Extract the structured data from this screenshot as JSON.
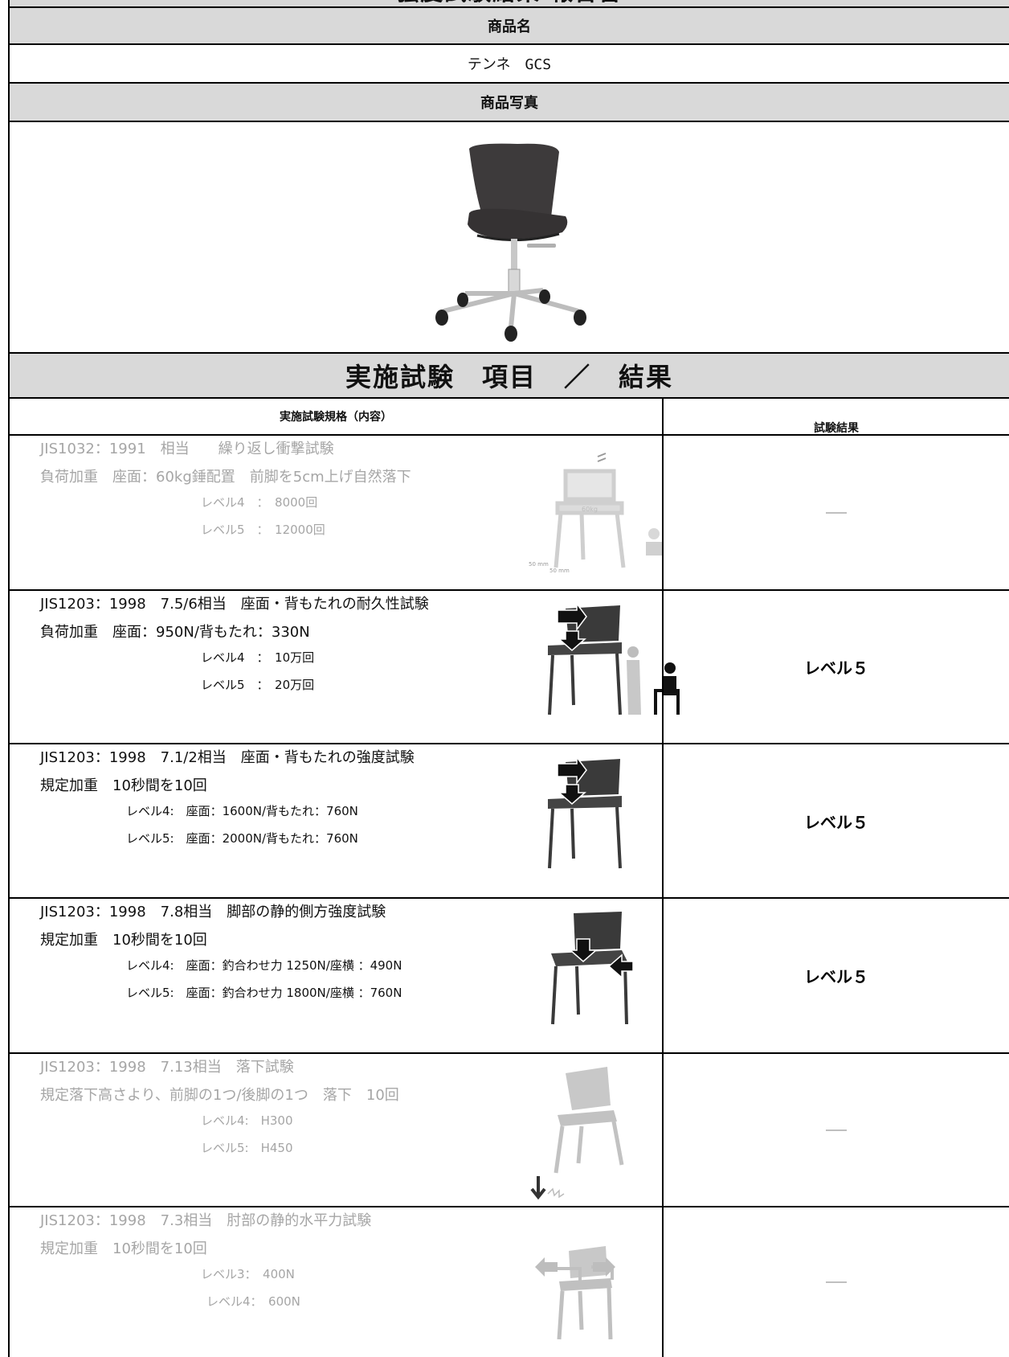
{
  "report": {
    "title": "強度試験結果 報告書",
    "product_name_label": "商品名",
    "product_name": "テンネ　GCS",
    "photo_label": "商品写真",
    "section_title": "実施試験　項目　／　結果",
    "col_spec": "実施試験規格（内容）",
    "col_result": "試験結果"
  },
  "tests": [
    {
      "line1": "JIS1032：1991　相当　　繰り返し衝撃試験",
      "line2": "負荷加重　座面：60kg錘配置　前脚を5cm上げ自然落下",
      "line3": "レベル4　：　8000回",
      "line4": "レベル5　：　12000回",
      "result": "",
      "icon": "impact-test-illustration",
      "faded": true
    },
    {
      "line1": "JIS1203：1998　7.5/6相当　座面・背もたれの耐久性試験",
      "line2": "負荷加重　座面：950N/背もたれ：330N",
      "line3": "レベル4　：　10万回",
      "line4": "レベル5　：　20万回",
      "result": "レベル５",
      "icon": "durability-test-illustration",
      "faded": false
    },
    {
      "line1": "JIS1203：1998　7.1/2相当　座面・背もたれの強度試験",
      "line2": "規定加重　10秒間を10回",
      "line3": "レベル4:　座面：1600N/背もたれ：760N",
      "line4": "レベル5:　座面：2000N/背もたれ：760N",
      "result": "レベル５",
      "icon": "strength-test-illustration",
      "faded": false
    },
    {
      "line1": "JIS1203：1998　7.8相当　脚部の静的側方強度試験",
      "line2": "規定加重　10秒間を10回",
      "line3": "レベル4:　座面：釣合わせ力 1250N/座横 ：490N",
      "line4": "レベル5:　座面：釣合わせ力 1800N/座横 ：760N",
      "result": "レベル５",
      "icon": "lateral-test-illustration",
      "faded": false
    },
    {
      "line1": "JIS1203：1998　7.13相当　落下試験",
      "line2": "規定落下高さより、前脚の1つ/後脚の1つ　落下　10回",
      "line3": "レベル4:　H300",
      "line4": "レベル5:　H450",
      "result": "",
      "icon": "drop-test-illustration",
      "faded": true
    },
    {
      "line1": "JIS1203：1998　7.3相当　肘部の静的水平力試験",
      "line2": "規定加重　10秒間を10回",
      "line3": "レベル3：　400N",
      "line4": "レベル4：　600N",
      "result": "",
      "icon": "armrest-test-illustration",
      "faded": true
    }
  ],
  "colors": {
    "header_gray": "#d9d9d9",
    "faded_text": "#a6a6a6",
    "border": "#000000"
  }
}
